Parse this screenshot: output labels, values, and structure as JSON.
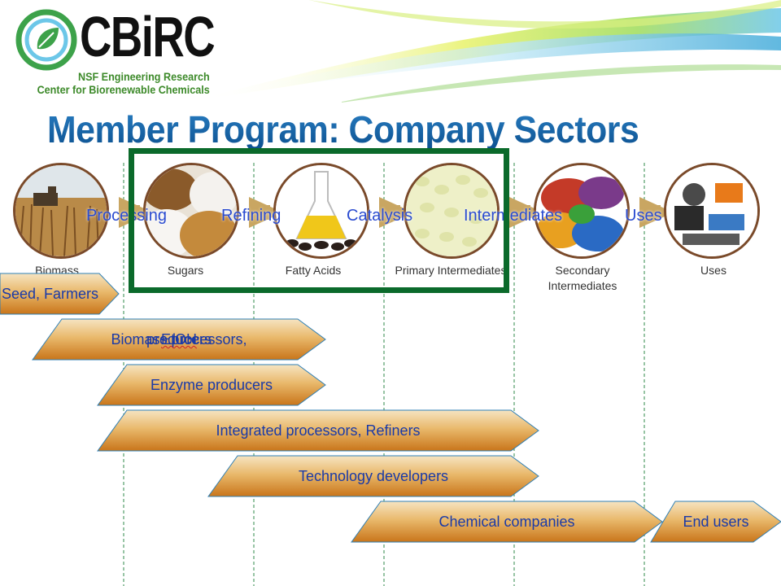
{
  "logo": {
    "wordmark": "CBiRC",
    "line1": "NSF Engineering Research",
    "line2": "Center for Biorenewable Chemicals"
  },
  "title": "Member Program: Company Sectors",
  "steps": [
    "Processing",
    "Refining",
    "Catalysis",
    "Intermediates",
    "Uses"
  ],
  "nodes": [
    {
      "label": "Biomass",
      "image": "wheat-field-harvester"
    },
    {
      "label": "Sugars",
      "image": "sugar-piles"
    },
    {
      "label": "Fatty Acids",
      "image": "flask-with-oil"
    },
    {
      "label": "Primary Intermediates",
      "image": "white-pellets"
    },
    {
      "label": "Secondary Intermediates",
      "image": "colored-plastic-beads"
    },
    {
      "label": "Uses",
      "image": "plastic-products"
    }
  ],
  "bars": [
    {
      "label": "Seed, Farmers"
    },
    {
      "label_parts": [
        "Biomass processors, ",
        "EtOH",
        " producers"
      ]
    },
    {
      "label": "Enzyme producers"
    },
    {
      "label": "Integrated processors, Refiners"
    },
    {
      "label": "Technology developers"
    },
    {
      "label": "Chemical companies"
    },
    {
      "label": "End users"
    }
  ],
  "colors": {
    "title": "#0b5fa8",
    "highlight_box": "#0b6a2b",
    "step_text": "#2a4bd0",
    "bar_fill_top": "#f6e4c2",
    "bar_fill_bottom": "#c9751a",
    "bar_border": "#2f7fb5",
    "connector": "#c9a662",
    "guide_line": "#2f8a4a"
  }
}
